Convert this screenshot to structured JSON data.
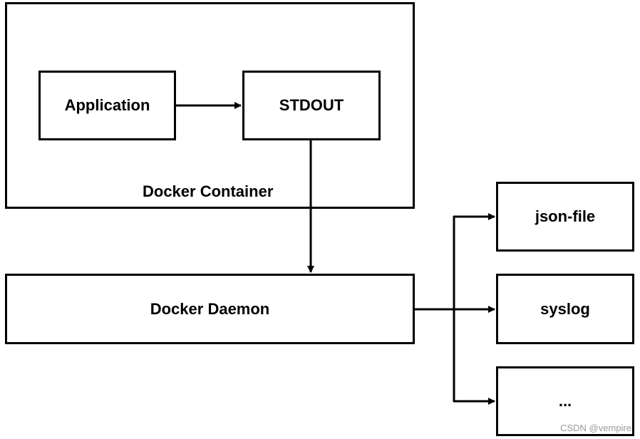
{
  "diagram": {
    "container_label": "Docker Container",
    "nodes": {
      "application": "Application",
      "stdout": "STDOUT",
      "daemon": "Docker Daemon",
      "json_file": "json-file",
      "syslog": "syslog",
      "more": "..."
    }
  },
  "watermark": "CSDN @vempire"
}
